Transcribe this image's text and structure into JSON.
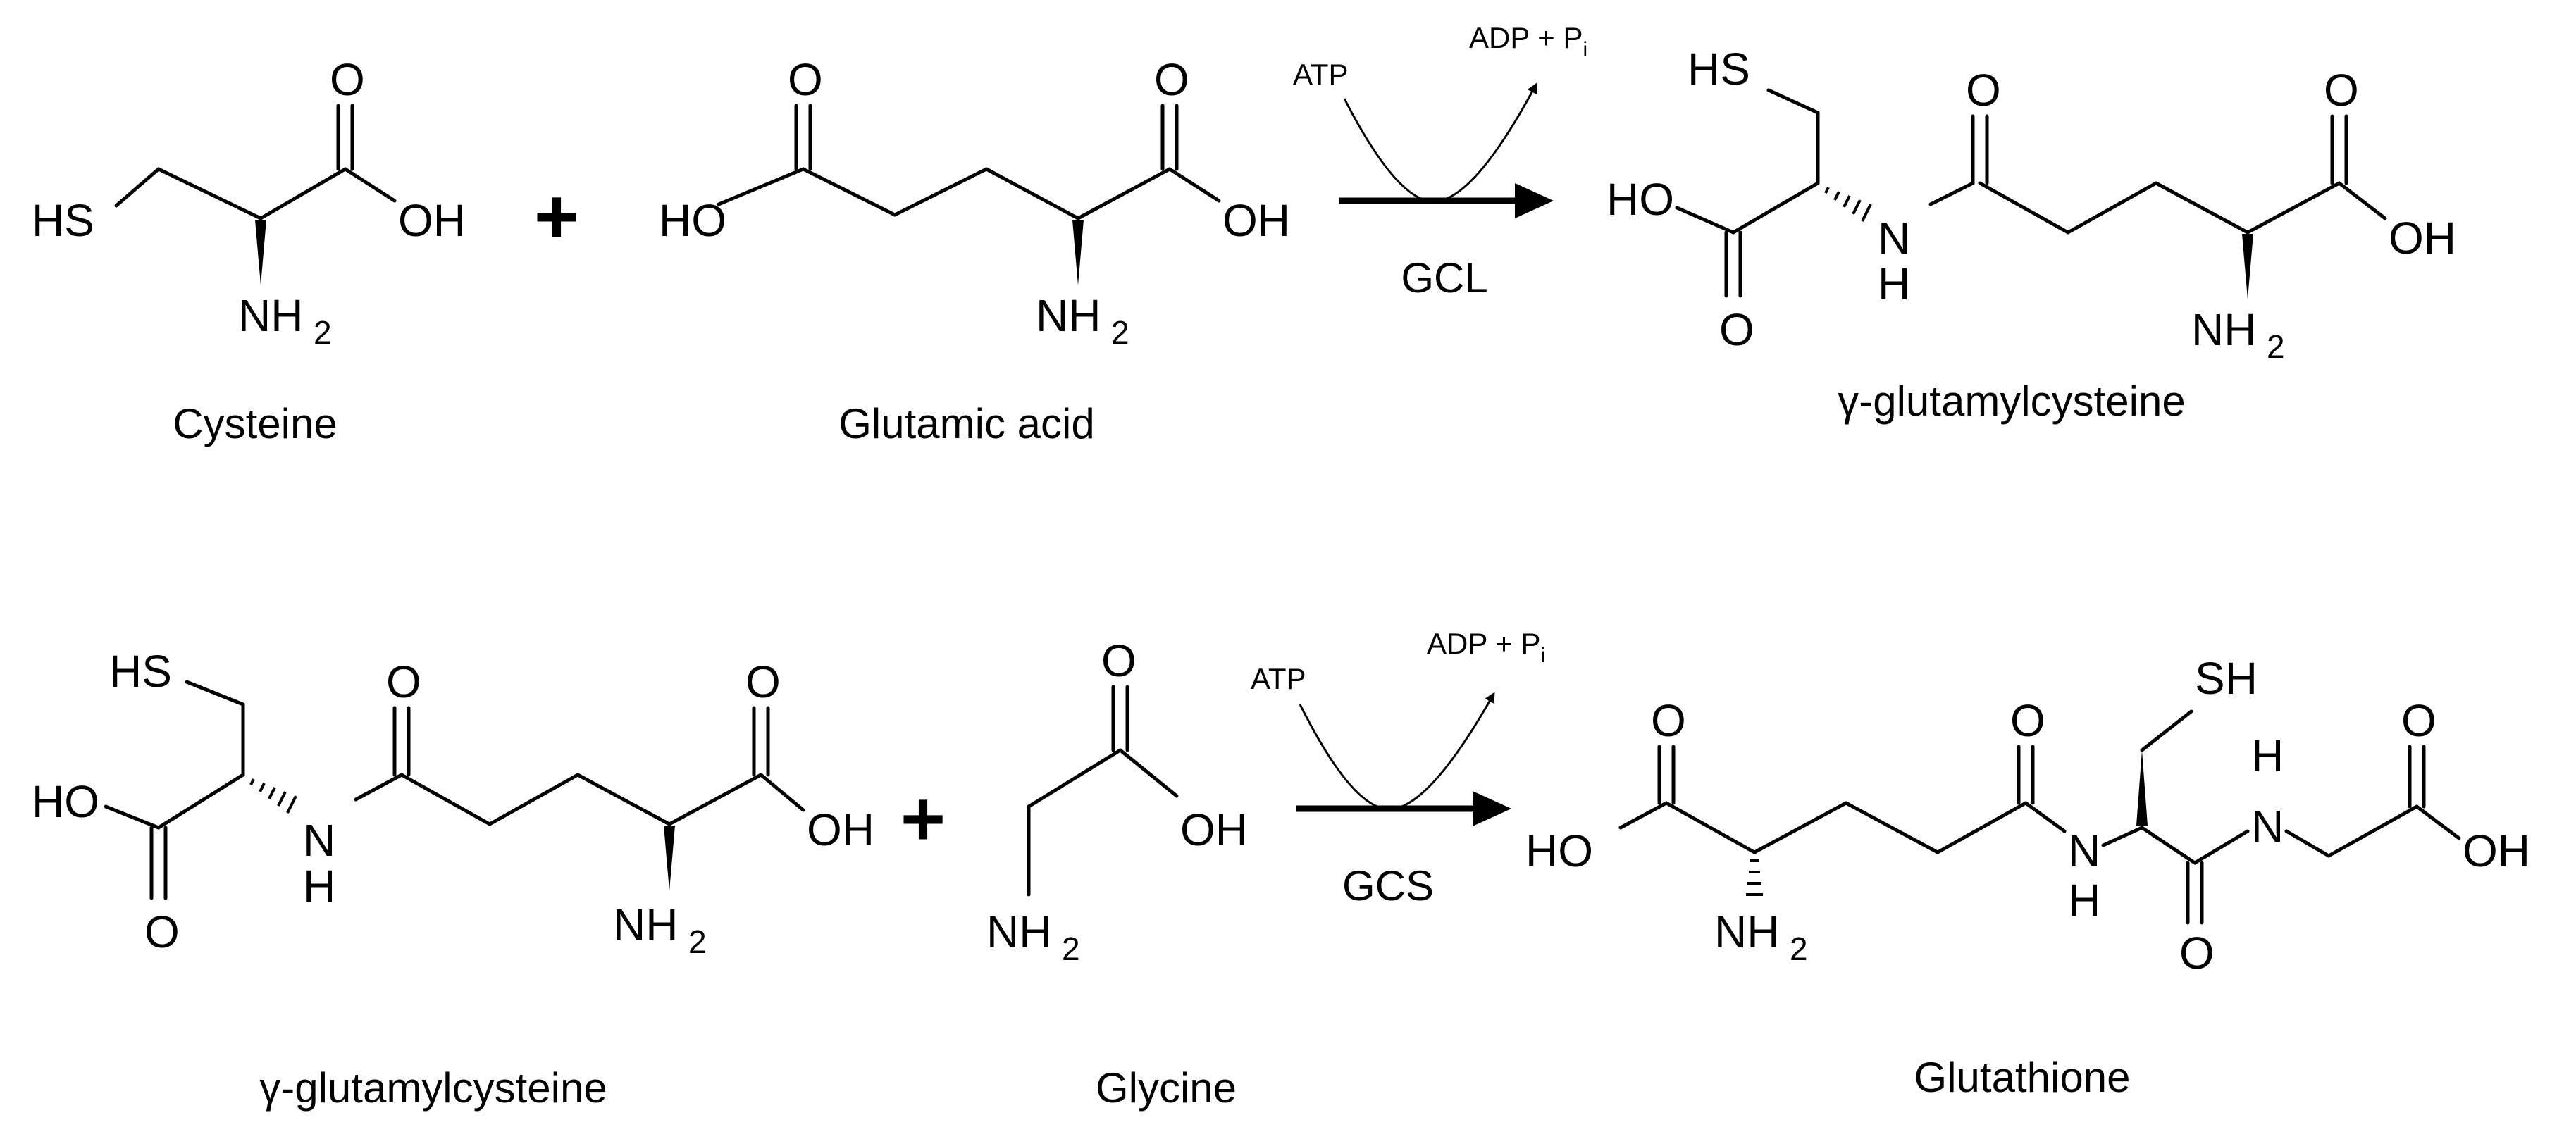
{
  "reaction1": {
    "reactant1": {
      "name": "Cysteine"
    },
    "reactant2": {
      "name": "Glutamic acid"
    },
    "plus": "+",
    "enzyme": "GCL",
    "cofactor_in": "ATP",
    "cofactor_out": "ADP + P",
    "cofactor_out_sub": "i",
    "product": {
      "name": "γ-glutamylcysteine"
    }
  },
  "reaction2": {
    "reactant1": {
      "name": "γ-glutamylcysteine"
    },
    "reactant2": {
      "name": "Glycine"
    },
    "plus": "+",
    "enzyme": "GCS",
    "cofactor_in": "ATP",
    "cofactor_out": "ADP + P",
    "cofactor_out_sub": "i",
    "product": {
      "name": "Glutathione"
    }
  },
  "atoms": {
    "hs": "HS",
    "sh": "SH",
    "oh": "OH",
    "ho": "HO",
    "o": "O",
    "n": "N",
    "h": "H",
    "nh": "NH",
    "two": "2"
  }
}
